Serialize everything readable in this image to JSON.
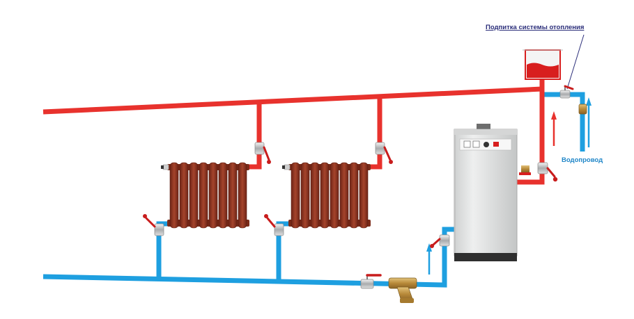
{
  "labels": {
    "make_up": "Подпитка системы отопления",
    "water_supply": "Водопровод"
  },
  "colors": {
    "supply_pipe": "#e8322d",
    "return_pipe": "#1e9fe0",
    "radiator": "#8e3522",
    "boiler_body": "#e2e3e3",
    "label_dark": "#2b2e7a",
    "label_blue": "#1f86c8"
  },
  "components": {
    "radiator_count": 2,
    "radiator_sections": 8,
    "expansion_tank": "open-expansion-tank",
    "boiler": "floor-standing-boiler",
    "filter": "y-strainer"
  }
}
